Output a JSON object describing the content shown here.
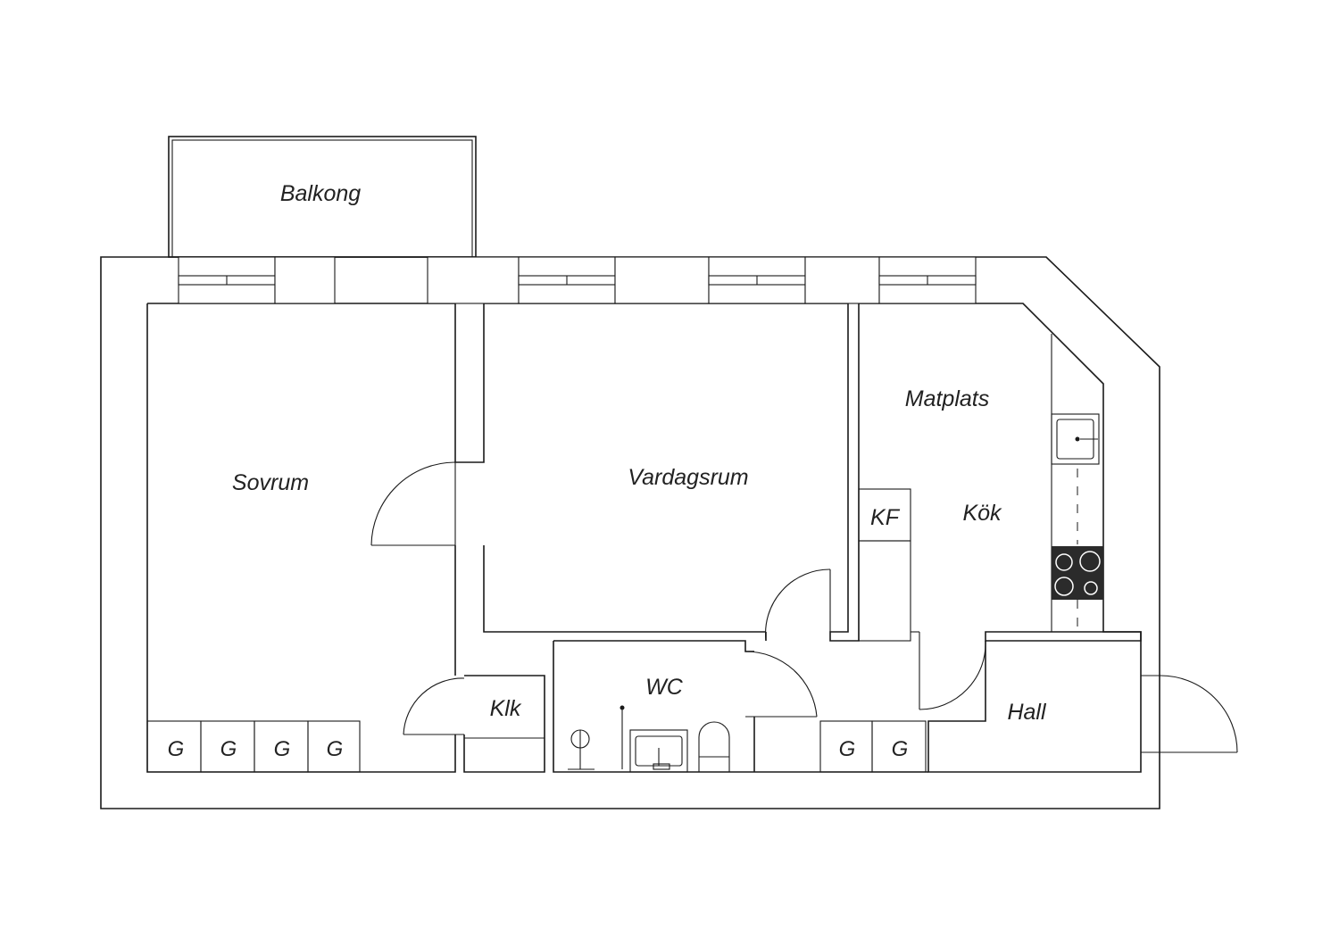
{
  "rooms": {
    "balkong": "Balkong",
    "sovrum": "Sovrum",
    "vardagsrum": "Vardagsrum",
    "matplats": "Matplats",
    "kok": "Kök",
    "kf": "KF",
    "klk": "Klk",
    "wc": "WC",
    "hall": "Hall"
  },
  "wardrobe_label": "G",
  "colors": {
    "line": "#1a1a1a",
    "background": "#ffffff",
    "appliance": "#2b2b2b"
  }
}
